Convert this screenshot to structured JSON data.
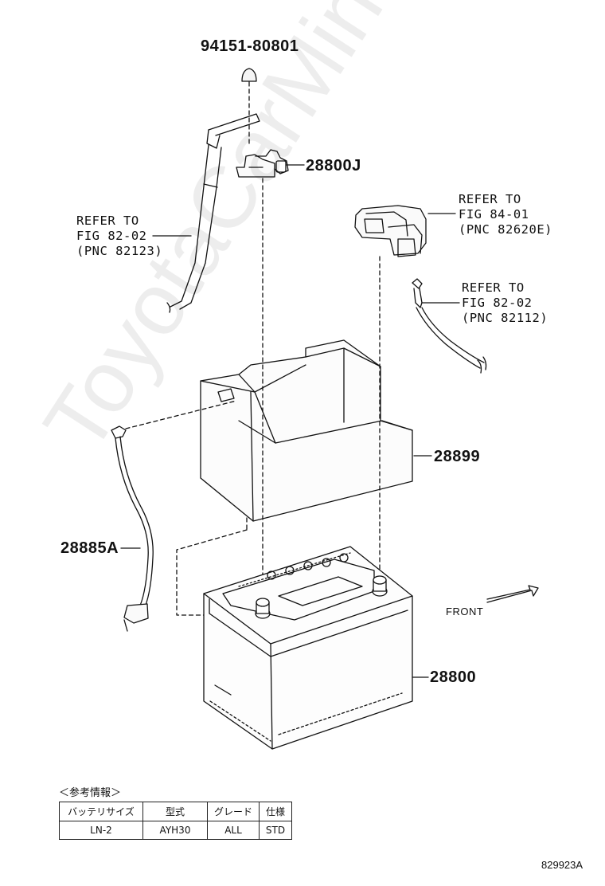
{
  "parts": {
    "clip": "94151-80801",
    "terminal": "28800J",
    "cover": "28899",
    "cable": "28885A",
    "battery": "28800"
  },
  "refs": {
    "left_line1": "REFER TO",
    "left_line2": "FIG 82-02",
    "left_line3": "(PNC 82123)",
    "right_top_line1": "REFER TO",
    "right_top_line2": "FIG 84-01",
    "right_top_line3": "(PNC 82620E)",
    "right_mid_line1": "REFER TO",
    "right_mid_line2": "FIG 82-02",
    "right_mid_line3": "(PNC 82112)"
  },
  "front_label": "FRONT",
  "watermark": "ToyotaCarMine.ru",
  "info": {
    "title": "＜参考情報＞",
    "headers": [
      "バッテリサイズ",
      "型式",
      "グレード",
      "仕様"
    ],
    "row": [
      "LN-2",
      "AYH30",
      "ALL",
      "STD"
    ]
  },
  "figure_code": "829923A"
}
